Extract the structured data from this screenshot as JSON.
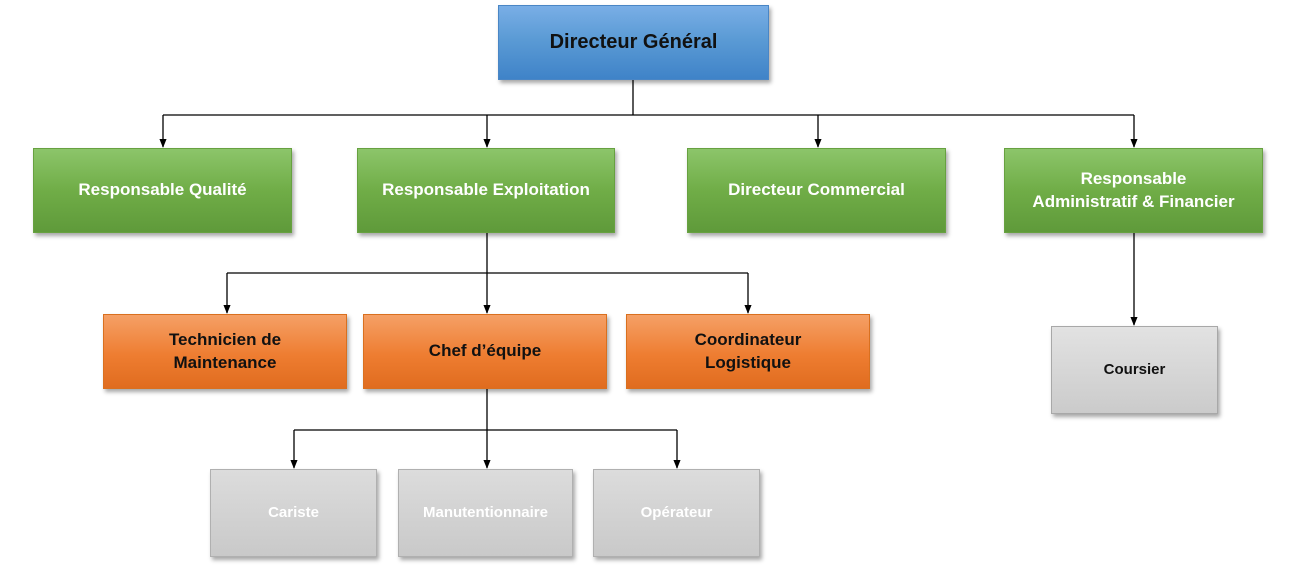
{
  "org_chart": {
    "root": {
      "label": "Directeur Général"
    },
    "level1": [
      {
        "label": "Responsable Qualité"
      },
      {
        "label": "Responsable Exploitation"
      },
      {
        "label": "Directeur Commercial"
      },
      {
        "label": "Responsable\nAdministratif & Financier"
      }
    ],
    "level2": [
      {
        "label": "Technicien de\nMaintenance"
      },
      {
        "label": "Chef d’équipe"
      },
      {
        "label": "Coordinateur\nLogistique"
      },
      {
        "label": "Coursier"
      }
    ],
    "level3": [
      {
        "label": "Cariste"
      },
      {
        "label": "Manutentionnaire"
      },
      {
        "label": "Opérateur"
      }
    ]
  },
  "colors": {
    "root": "#5b9bd5",
    "level1": "#70ad47",
    "level2": "#ed7d31",
    "level3": "#c9c9c9",
    "connector": "#000000"
  }
}
